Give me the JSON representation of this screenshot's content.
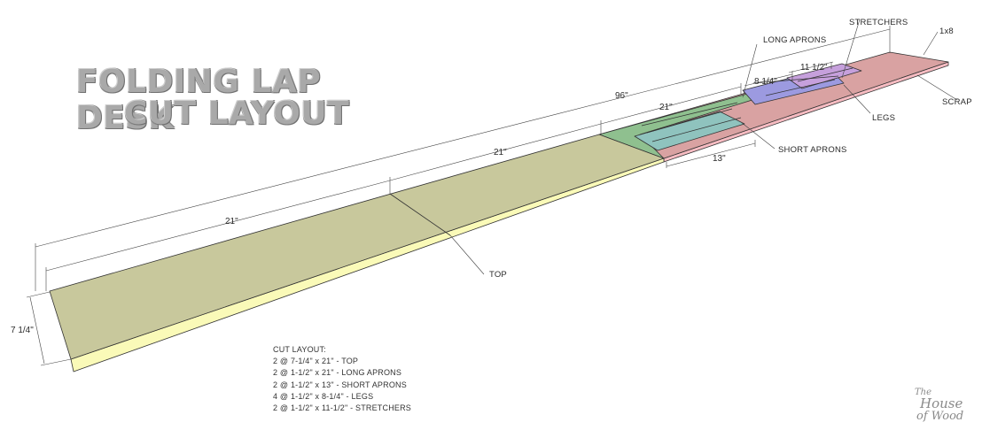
{
  "title": {
    "line1": "FOLDING LAP DESK",
    "line2": "CUT LAYOUT"
  },
  "dimensions": {
    "overall": "96\"",
    "top_piece_1": "21\"",
    "top_piece_2": "21\"",
    "long_aprons": "21\"",
    "short_aprons": "13\"",
    "legs": "8 1/4\"",
    "stretchers": "11 1/2\"",
    "board_width": "7 1/4\""
  },
  "labels": {
    "board": "1x8",
    "stretchers": "STRETCHERS",
    "long_aprons": "LONG APRONS",
    "legs": "LEGS",
    "scrap": "SCRAP",
    "short_aprons": "SHORT APRONS",
    "top": "TOP"
  },
  "cut_list": {
    "heading": "CUT LAYOUT:",
    "items": [
      "2 @ 7-1/4\" x 21\" - TOP",
      "2 @ 1-1/2\" x 21\" - LONG APRONS",
      "2 @ 1-1/2\" x 13\" - SHORT APRONS",
      "4 @ 1-1/2\" x 8-1/4\" - LEGS",
      "2 @ 1-1/2\" x 11-1/2\" - STRETCHERS"
    ]
  },
  "logo": {
    "line1": "The",
    "line2": "House",
    "line3": "of Wood"
  },
  "colors": {
    "top": "#c8c89c",
    "top_edge": "#fafab8",
    "long_aprons": "#8fc08f",
    "short_aprons": "#8fc3be",
    "legs": "#9c9ae0",
    "stretchers": "#c6a0dc",
    "scrap": "#d9a2a2",
    "scrap_edge": "#f7bcc2"
  }
}
